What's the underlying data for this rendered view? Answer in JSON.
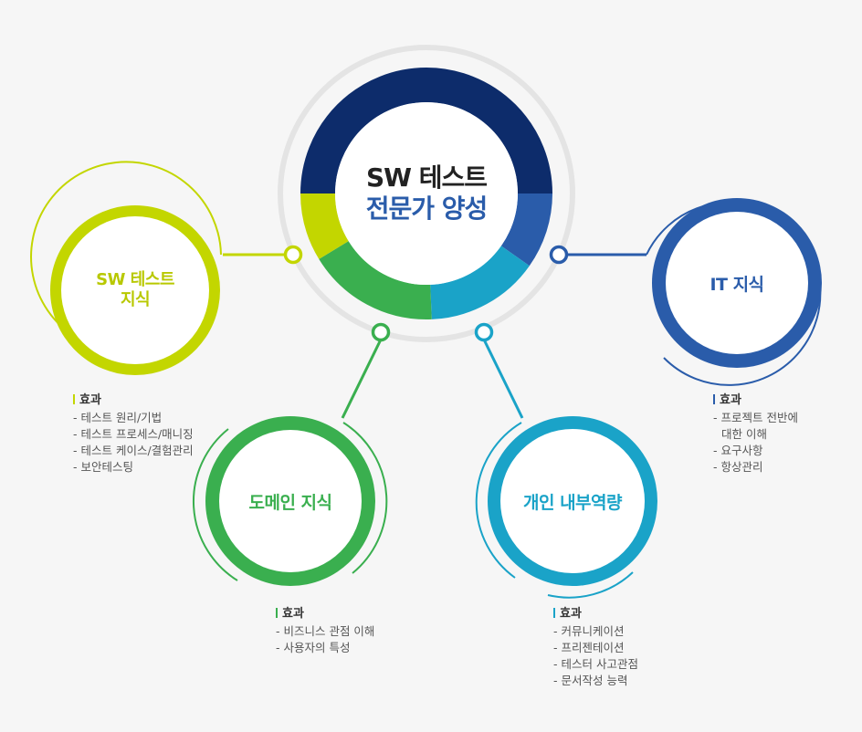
{
  "center": {
    "line1": "SW 테스트",
    "line2": "전문가 양성"
  },
  "colors": {
    "lime": "#c3d600",
    "green": "#3aaf4f",
    "teal": "#1aa3c8",
    "blue": "#2a5caa",
    "navy": "#0d2c6b",
    "ring_gray": "#e6e6e6"
  },
  "nodes": {
    "sw_knowledge": {
      "line1": "SW 테스트",
      "line2": "지식"
    },
    "domain_knowledge": {
      "label": "도메인 지식"
    },
    "personal_capability": {
      "label": "개인 내부역량"
    },
    "it_knowledge": {
      "label": "IT 지식"
    }
  },
  "effects": {
    "sw_knowledge": {
      "heading": "효과",
      "items": [
        "- 테스트 원리/기법",
        "- 테스트 프로세스/매니징",
        "- 테스트 케이스/결험관리",
        "- 보안테스팅"
      ]
    },
    "domain_knowledge": {
      "heading": "효과",
      "items": [
        "- 비즈니스 관점 이해",
        "- 사용자의 특성"
      ]
    },
    "personal_capability": {
      "heading": "효과",
      "items": [
        "- 커뮤니케이션",
        "- 프리젠테이션",
        "- 테스터 사고관점",
        "- 문서작성 능력"
      ]
    },
    "it_knowledge": {
      "heading": "효과",
      "items": [
        "- 프로젝트 전반에 대한 이해",
        "- 요구사항",
        "- 항상관리"
      ]
    }
  }
}
